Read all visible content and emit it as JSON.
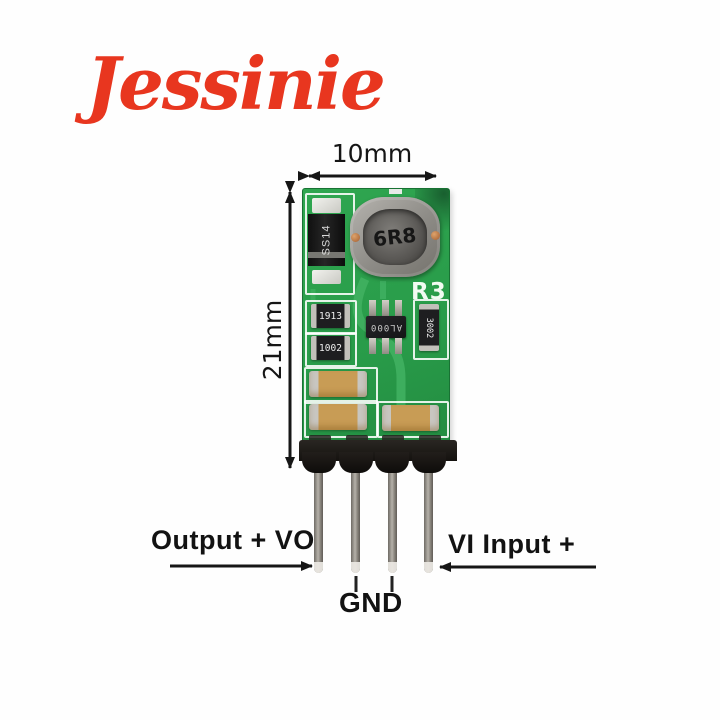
{
  "brand": {
    "logo_text": "Jessinie",
    "logo_color": "#e8361f"
  },
  "dimensions": {
    "width_label": "10mm",
    "height_label": "21mm"
  },
  "board": {
    "pcb_color": "#2aa14d",
    "silkscreen_designator": "R3",
    "components": {
      "diode_marking": "SS14",
      "inductor_marking": "6R8",
      "resistor_top_marking": "1913",
      "resistor_bottom_marking": "1002",
      "resistor_side_marking": "3002",
      "ic_marking": "AL000"
    }
  },
  "pinout": {
    "output_label": "Output + VO",
    "input_label": "VI Input +",
    "ground_label": "GND",
    "pin_count": 4
  }
}
